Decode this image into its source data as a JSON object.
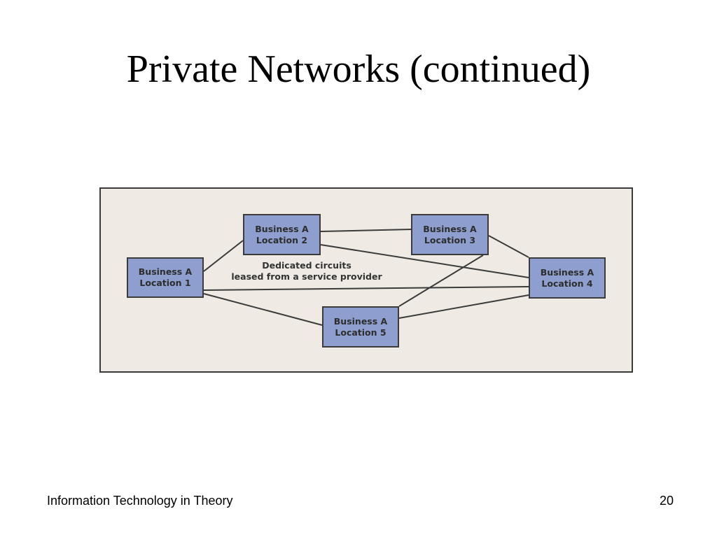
{
  "slide": {
    "title": "Private Networks (continued)",
    "footer_text": "Information Technology in Theory",
    "page_number": "20"
  },
  "diagram": {
    "nodes": [
      {
        "id": "loc1",
        "line1": "Business A",
        "line2": "Location 1"
      },
      {
        "id": "loc2",
        "line1": "Business A",
        "line2": "Location 2"
      },
      {
        "id": "loc3",
        "line1": "Business A",
        "line2": "Location 3"
      },
      {
        "id": "loc4",
        "line1": "Business A",
        "line2": "Location 4"
      },
      {
        "id": "loc5",
        "line1": "Business A",
        "line2": "Location 5"
      }
    ],
    "caption": {
      "line1": "Dedicated circuits",
      "line2": "leased from a service provider"
    },
    "connections": [
      {
        "from": "loc1",
        "to": "loc2"
      },
      {
        "from": "loc1",
        "to": "loc4"
      },
      {
        "from": "loc1",
        "to": "loc5"
      },
      {
        "from": "loc2",
        "to": "loc3"
      },
      {
        "from": "loc2",
        "to": "loc4"
      },
      {
        "from": "loc3",
        "to": "loc4"
      },
      {
        "from": "loc3",
        "to": "loc5"
      },
      {
        "from": "loc5",
        "to": "loc4"
      }
    ],
    "colors": {
      "background": "#efebe4",
      "node_fill": "#8e9fcf",
      "line": "#3b3b3b"
    }
  }
}
